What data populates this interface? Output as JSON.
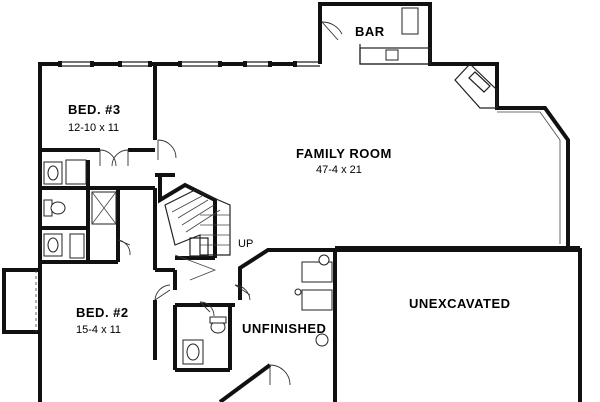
{
  "rooms": {
    "bar": {
      "name": "BAR"
    },
    "bed3": {
      "name": "BED. #3",
      "dims": "12-10 x 11"
    },
    "family": {
      "name": "FAMILY ROOM",
      "dims": "47-4 x 21"
    },
    "bed2": {
      "name": "BED. #2",
      "dims": "15-4 x 11"
    },
    "unfinished": {
      "name": "UNFINISHED"
    },
    "unexcavated": {
      "name": "UNEXCAVATED"
    }
  },
  "labels": {
    "stairs_up": "UP"
  }
}
